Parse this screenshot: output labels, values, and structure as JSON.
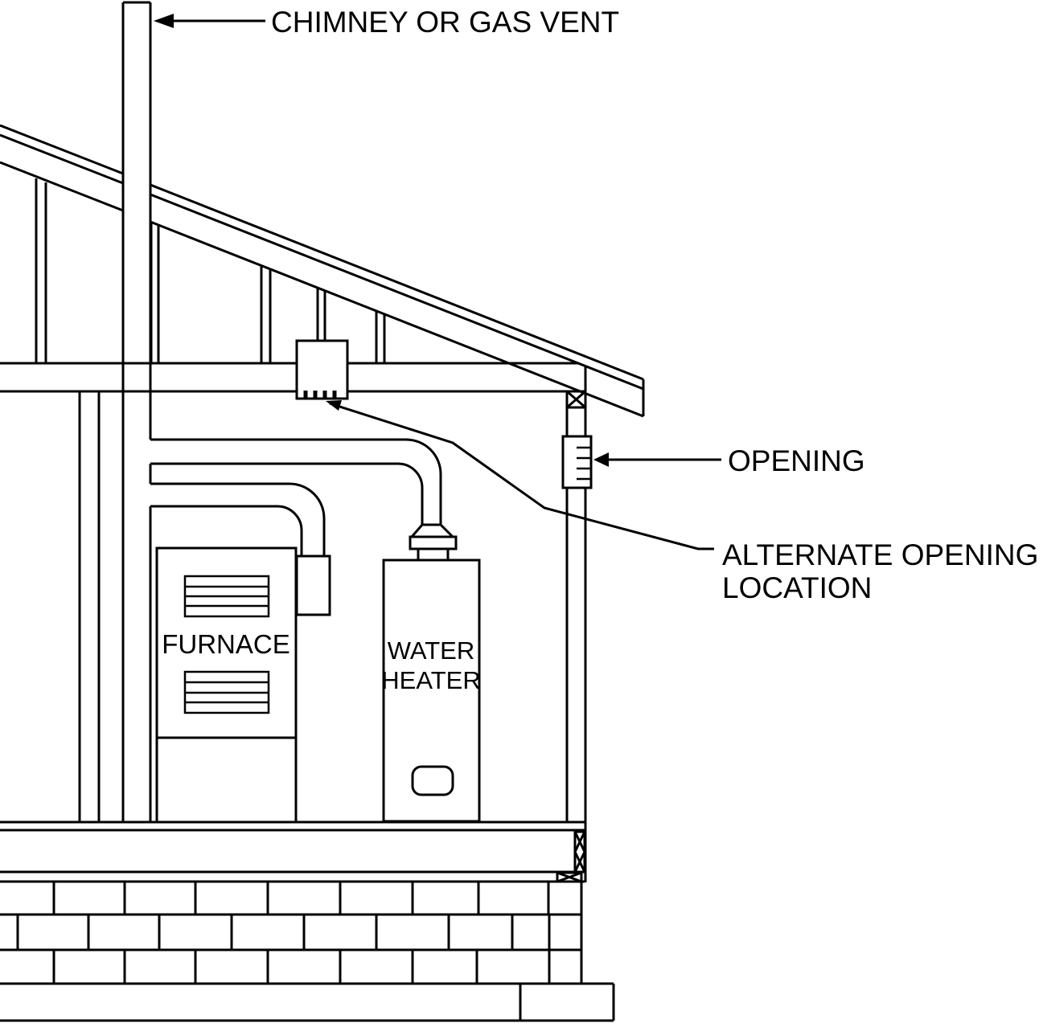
{
  "page": {
    "background": "#ffffff",
    "line_color": "#000000"
  },
  "labels": {
    "chimney_vent": "CHIMNEY OR GAS VENT",
    "opening": "OPENING",
    "alternate_opening_line1": "ALTERNATE OPENING",
    "alternate_opening_line2": "LOCATION",
    "furnace": "FURNACE",
    "water_heater_line1": "WATER",
    "water_heater_line2": "HEATER"
  }
}
